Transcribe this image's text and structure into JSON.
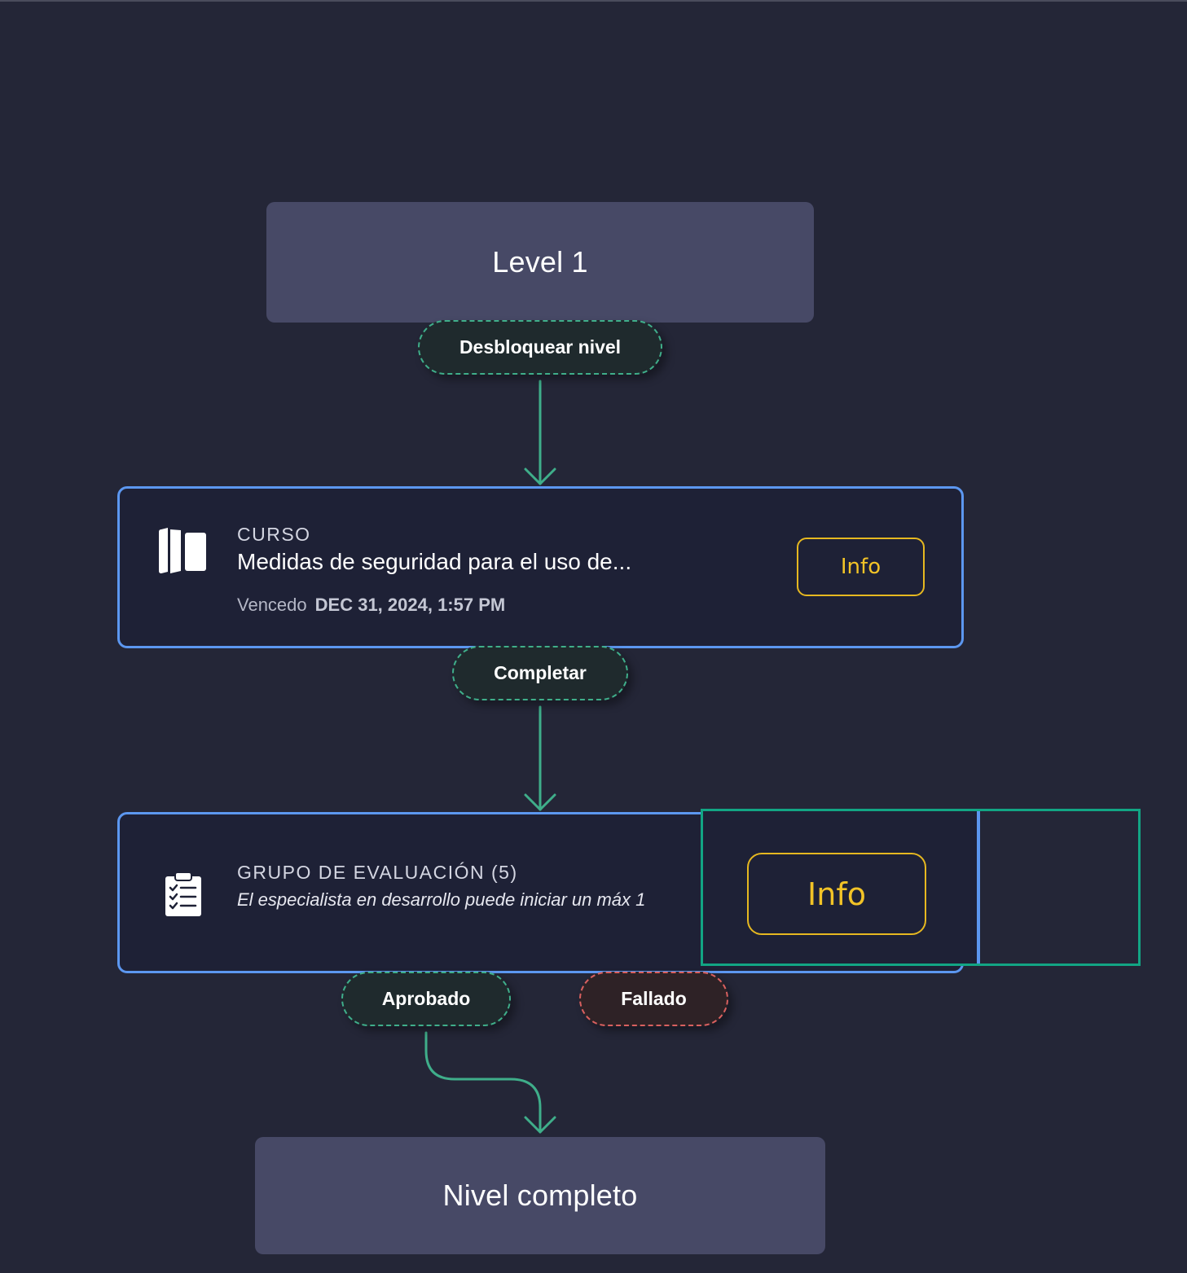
{
  "levels": {
    "start_label": "Level 1",
    "end_label": "Nivel completo"
  },
  "edges": {
    "unlock_label": "Desbloquear nivel",
    "complete_label": "Completar",
    "approved_label": "Aprobado",
    "failed_label": "Fallado"
  },
  "course_card": {
    "icon": "book-icon",
    "kind": "CURSO",
    "title": "Medidas de seguridad para el uso de...",
    "due_label": "Vencedo",
    "due_value": "DEC 31, 2024, 1:57 PM",
    "info_label": "Info"
  },
  "eval_card": {
    "icon": "clipboard-checklist-icon",
    "kind": "GRUPO DE EVALUACIÓN (5)",
    "description": "El especialista en desarrollo puede iniciar un máx 1",
    "info_label": "Info"
  },
  "colors": {
    "background": "#242637",
    "level_box": "#474966",
    "card_border": "#5c97f0",
    "success": "#3fae8a",
    "failure": "#d9605f",
    "accent_info": "#f2c327",
    "highlight": "#12a584"
  }
}
